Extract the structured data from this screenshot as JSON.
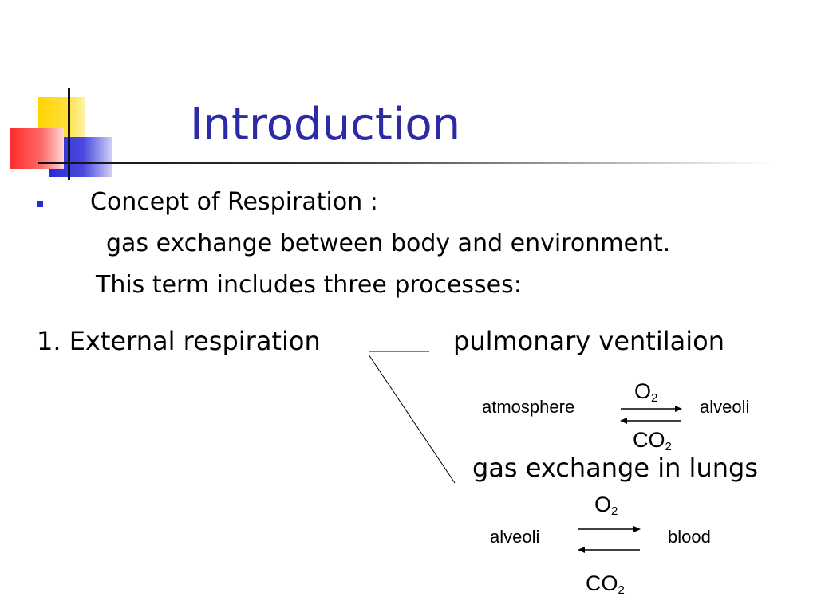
{
  "slide": {
    "title": "Introduction",
    "bullet": "Concept of Respiration :",
    "line1": "gas exchange between body and environment.",
    "line2": "This term includes three processes:",
    "process1": "1. External respiration",
    "branch_top": "pulmonary ventilaion",
    "branch_bottom": "gas exchange in lungs"
  },
  "exchange1": {
    "left": "atmosphere",
    "right": "alveoli",
    "top_gas": "O",
    "top_sub": "2",
    "bottom_gas": "CO",
    "bottom_sub": "2"
  },
  "exchange2": {
    "left": "alveoli",
    "right": "blood",
    "top_gas": "O",
    "top_sub": "2",
    "bottom_gas": "CO",
    "bottom_sub": "2"
  }
}
